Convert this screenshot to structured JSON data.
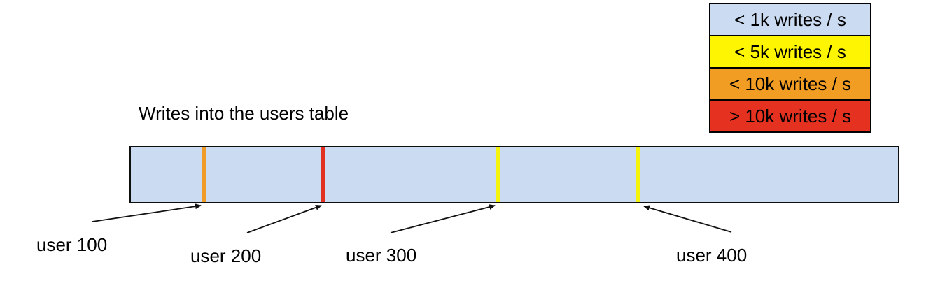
{
  "title": "Writes into the users table",
  "legend": {
    "items": [
      {
        "label": "< 1k writes / s",
        "color": "#cbdbf1"
      },
      {
        "label": "< 5k writes / s",
        "color": "#fdf502"
      },
      {
        "label": "< 10k writes / s",
        "color": "#f19d24"
      },
      {
        "label": "> 10k writes / s",
        "color": "#e53220"
      }
    ]
  },
  "bar": {
    "fill": "#cbdbf1",
    "border_color": "#0f0f0f"
  },
  "hotspots": [
    {
      "label": "user 100",
      "color": "#f09c28"
    },
    {
      "label": "user 200",
      "color": "#e23120"
    },
    {
      "label": "user 300",
      "color": "#f4f40e"
    },
    {
      "label": "user 400",
      "color": "#f4f40e"
    }
  ]
}
